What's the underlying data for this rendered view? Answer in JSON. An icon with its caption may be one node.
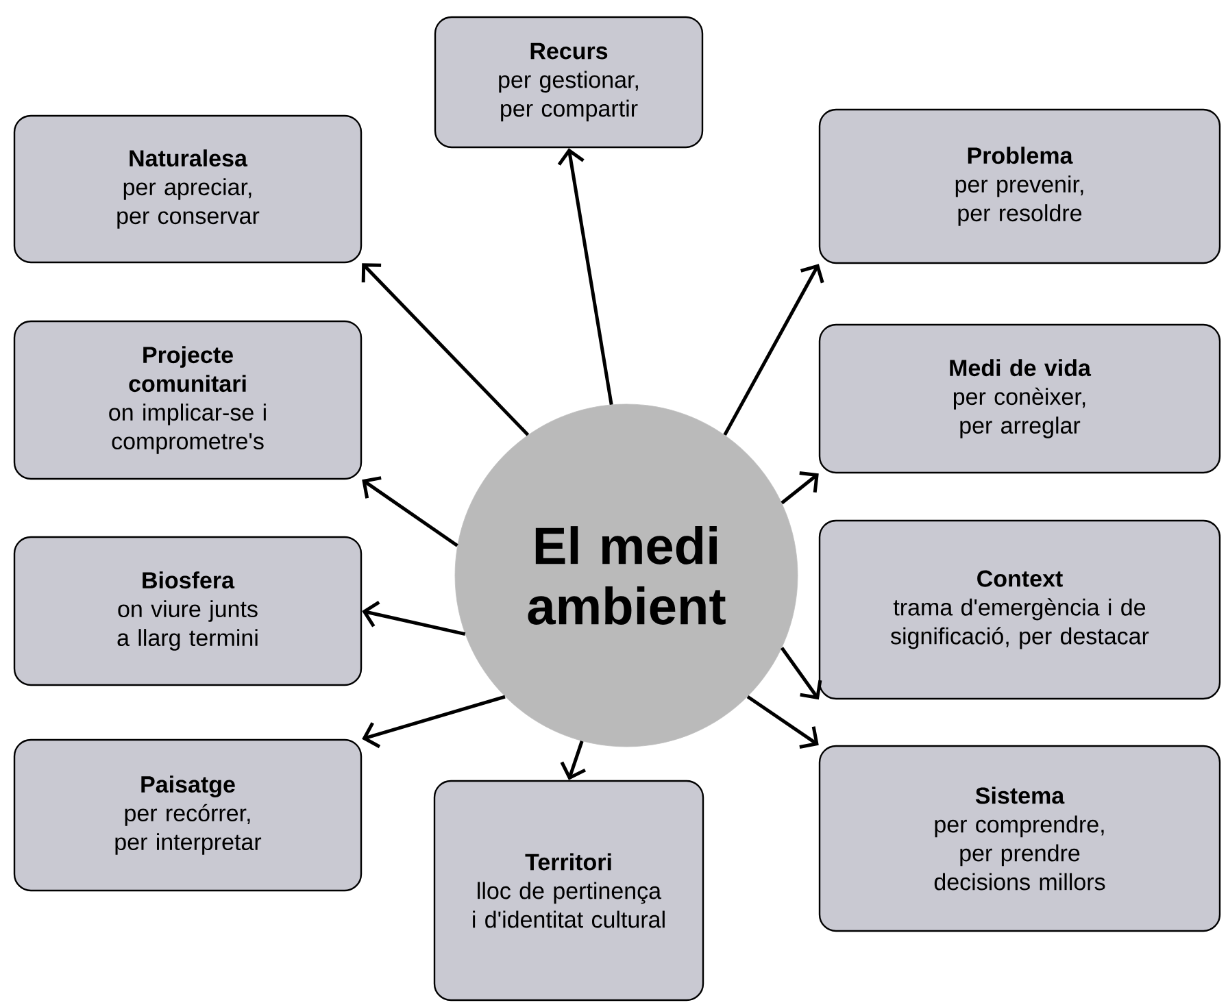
{
  "diagram": {
    "nodes": [
      {
        "text": [
          "Recurs",
          "per gestionar, per compartir"
        ]
      },
      {
        "text": [
          "Naturalesa",
          "per apreciar, per conservar"
        ]
      },
      {
        "text": [
          "Problema",
          "per prevenir, per resoldre"
        ]
      },
      {
        "text": [
          "Projecte comunitari",
          "on implicar-se i comprometre's"
        ]
      },
      {
        "text": [
          "Medi de vida",
          "per conèixer, per arreglar"
        ]
      },
      {
        "text": [
          "El medi ambient"
        ]
      },
      {
        "text": [
          "Biosfera",
          "on viure junts a llarg termini"
        ]
      },
      {
        "text": [
          "Context",
          "trama d'emergència i de significació, per destacar"
        ]
      },
      {
        "text": [
          "Paisatge",
          "per recórrer, per interpretar"
        ]
      },
      {
        "text": [
          "Sistema",
          "per comprendre, per prendre decisions millors"
        ]
      },
      {
        "text": [
          "Territori",
          "lloc de pertinença i d'identitat cultural"
        ]
      }
    ],
    "edges": [
      {
        "from": 5,
        "to": 0,
        "arrow": "to"
      },
      {
        "from": 5,
        "to": 1,
        "arrow": "to"
      },
      {
        "from": 5,
        "to": 2,
        "arrow": "to"
      },
      {
        "from": 5,
        "to": 3,
        "arrow": "to"
      },
      {
        "from": 5,
        "to": 4,
        "arrow": "to"
      },
      {
        "from": 5,
        "to": 6,
        "arrow": "to"
      },
      {
        "from": 5,
        "to": 7,
        "arrow": "to"
      },
      {
        "from": 5,
        "to": 8,
        "arrow": "to"
      },
      {
        "from": 5,
        "to": 10,
        "arrow": "to"
      },
      {
        "from": 5,
        "to": 9,
        "arrow": "to"
      }
    ]
  }
}
